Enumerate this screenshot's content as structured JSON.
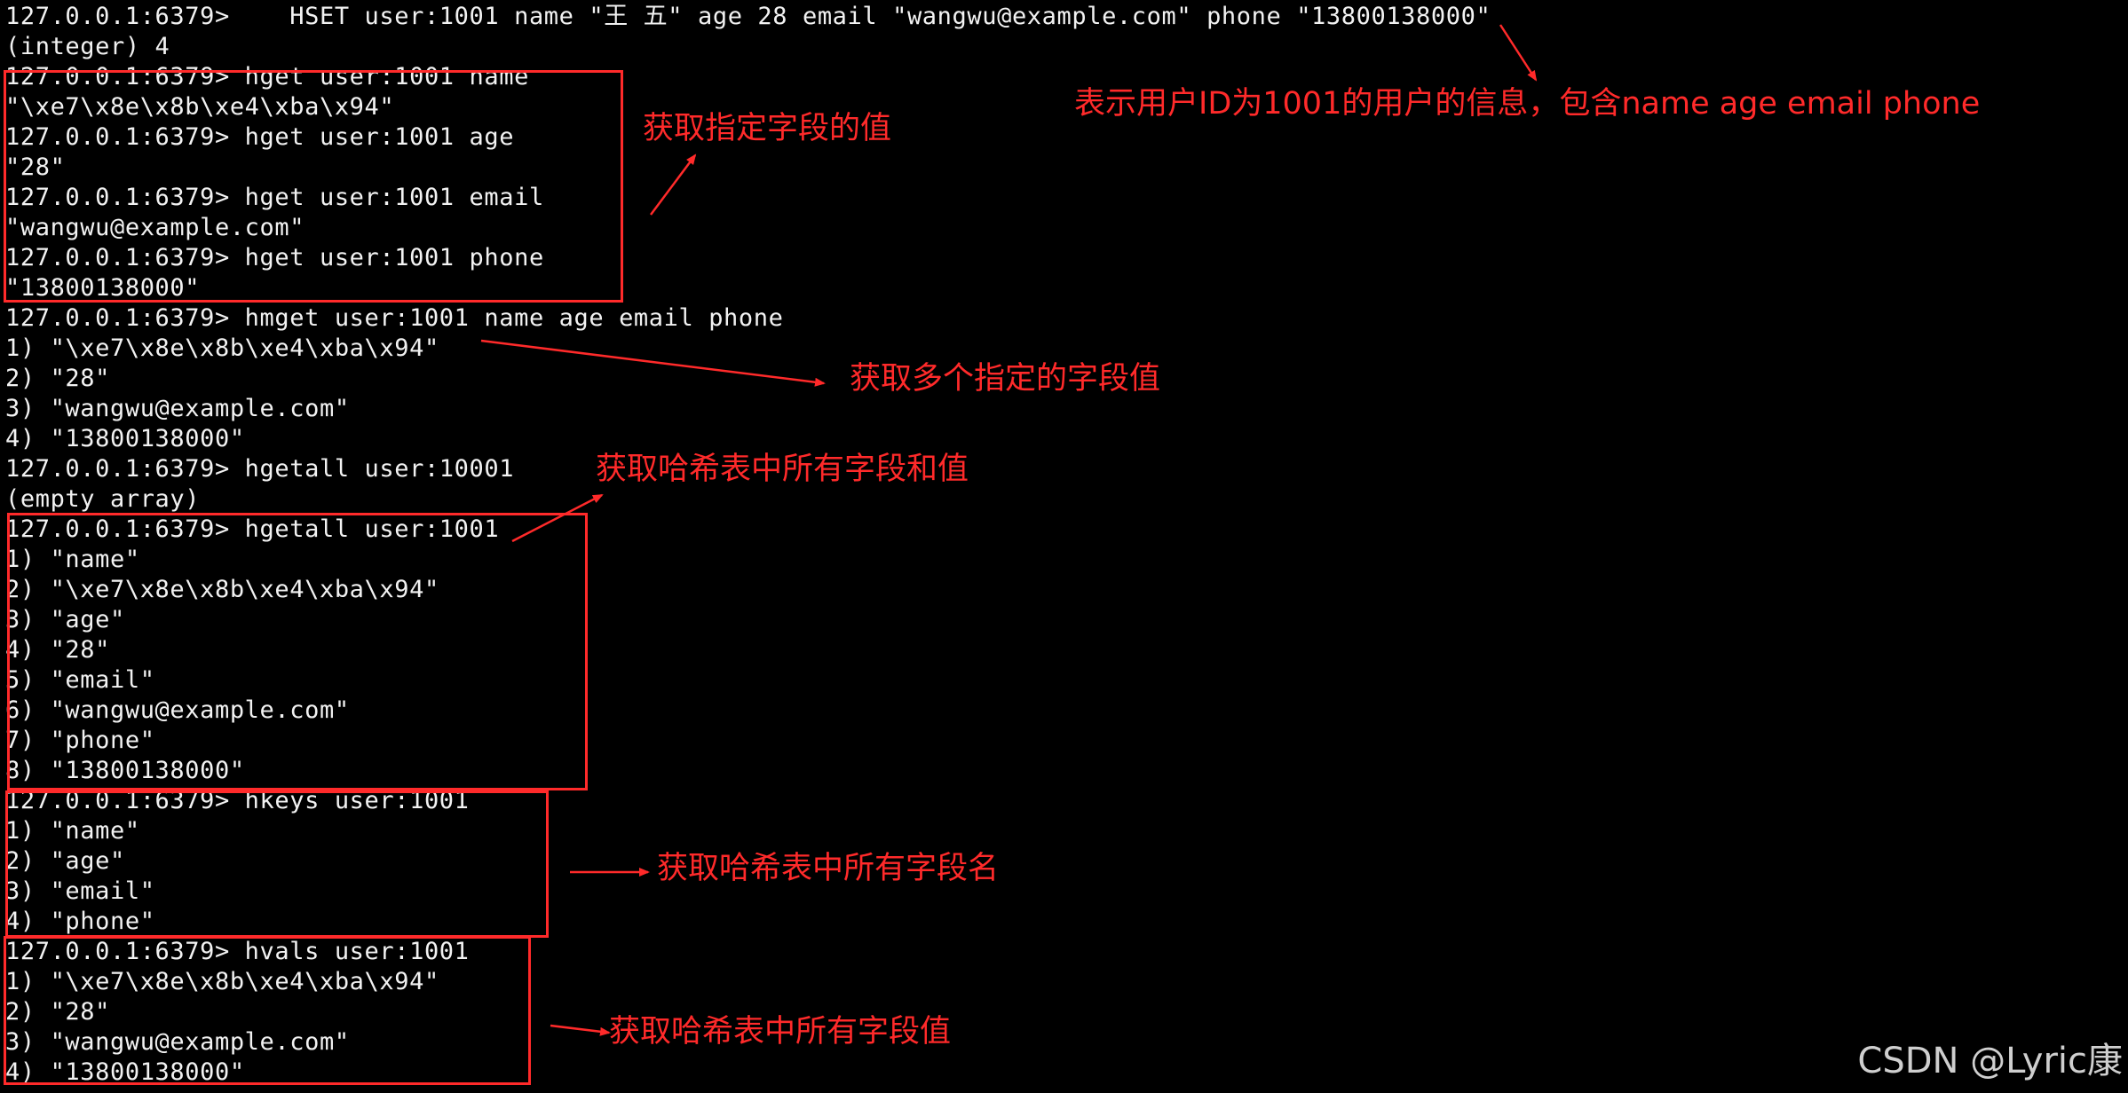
{
  "terminal": {
    "lines": [
      "127.0.0.1:6379>    HSET user:1001 name \"王 五\" age 28 email \"wangwu@example.com\" phone \"13800138000\"",
      "(integer) 4",
      "127.0.0.1:6379> hget user:1001 name",
      "\"\\xe7\\x8e\\x8b\\xe4\\xba\\x94\"",
      "127.0.0.1:6379> hget user:1001 age",
      "\"28\"",
      "127.0.0.1:6379> hget user:1001 email",
      "\"wangwu@example.com\"",
      "127.0.0.1:6379> hget user:1001 phone",
      "\"13800138000\"",
      "127.0.0.1:6379> hmget user:1001 name age email phone",
      "1) \"\\xe7\\x8e\\x8b\\xe4\\xba\\x94\"",
      "2) \"28\"",
      "3) \"wangwu@example.com\"",
      "4) \"13800138000\"",
      "127.0.0.1:6379> hgetall user:10001",
      "(empty array)",
      "127.0.0.1:6379> hgetall user:1001",
      "1) \"name\"",
      "2) \"\\xe7\\x8e\\x8b\\xe4\\xba\\x94\"",
      "3) \"age\"",
      "4) \"28\"",
      "5) \"email\"",
      "6) \"wangwu@example.com\"",
      "7) \"phone\"",
      "8) \"13800138000\"",
      "127.0.0.1:6379> hkeys user:1001",
      "1) \"name\"",
      "2) \"age\"",
      "3) \"email\"",
      "4) \"phone\"",
      "127.0.0.1:6379> hvals user:1001",
      "1) \"\\xe7\\x8e\\x8b\\xe4\\xba\\x94\"",
      "2) \"28\"",
      "3) \"wangwu@example.com\"",
      "4) \"13800138000\""
    ]
  },
  "annotations": {
    "hset_note": "表示用户ID为1001的用户的信息，包含name age email phone",
    "hget_note": "获取指定字段的值",
    "hmget_note": "获取多个指定的字段值",
    "hgetall_note": "获取哈希表中所有字段和值",
    "hkeys_note": "获取哈希表中所有字段名",
    "hvals_note": "获取哈希表中所有字段值"
  },
  "watermark": {
    "text": "CSDN @Lyric康"
  },
  "colors": {
    "background": "#000000",
    "terminal_text": "#f2f2f2",
    "annotation": "#ff2a2a",
    "watermark": "#cfcfcf"
  }
}
